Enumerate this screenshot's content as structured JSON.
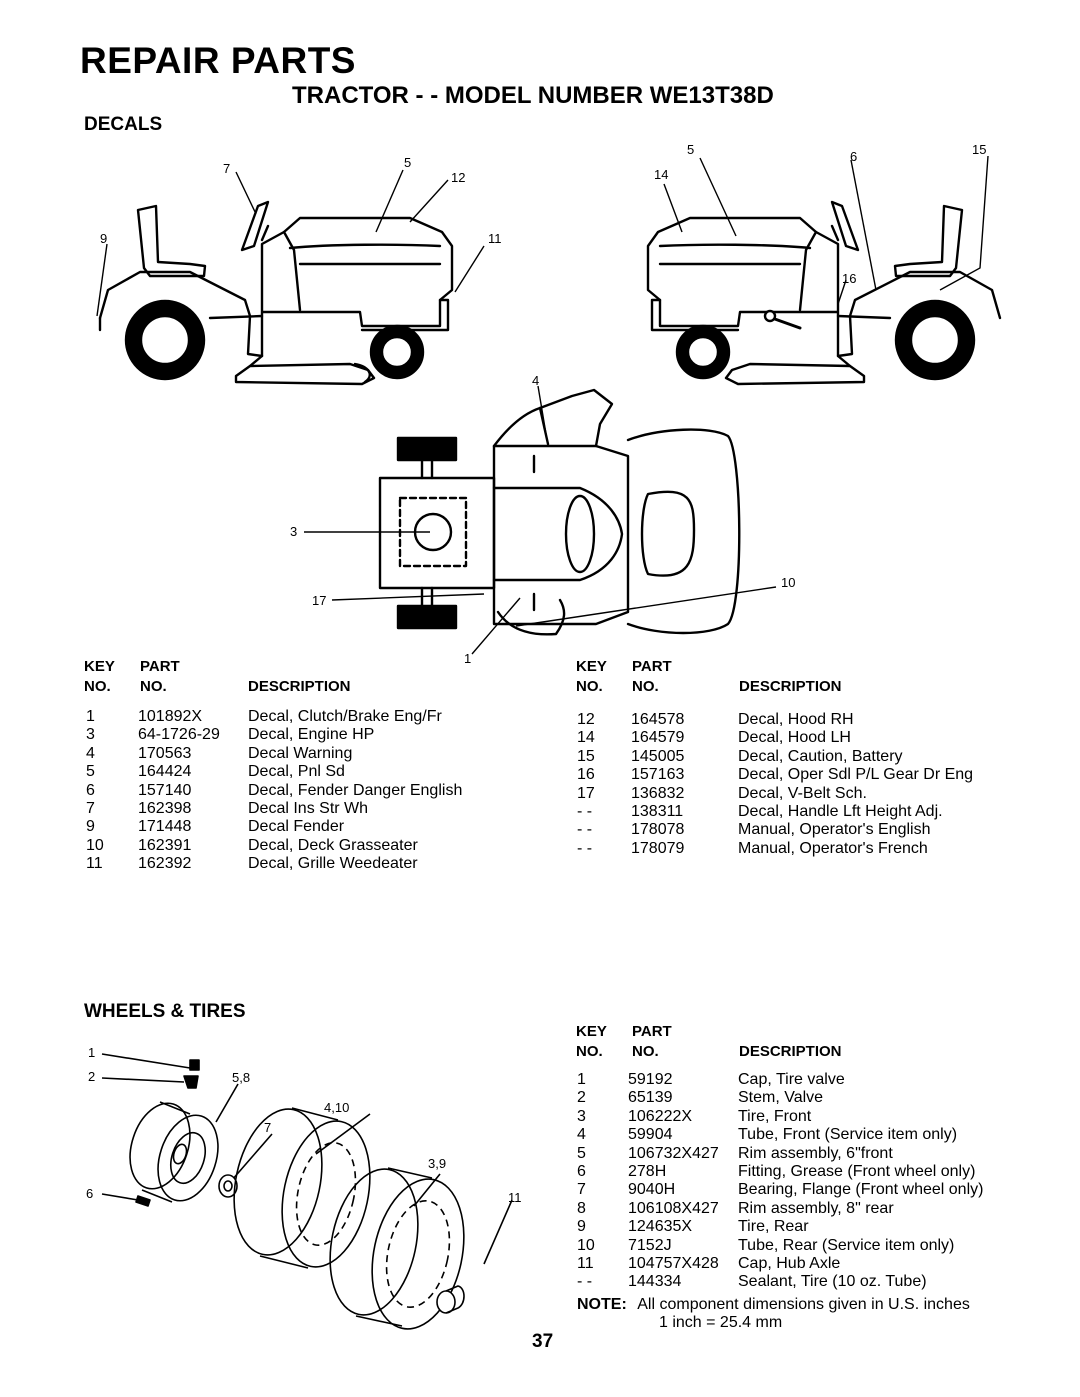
{
  "title": "REPAIR PARTS",
  "subtitle": "TRACTOR - - MODEL NUMBER WE13T38D",
  "decals": {
    "heading": "DECALS",
    "callouts": [
      "7",
      "5",
      "12",
      "9",
      "11",
      "5",
      "6",
      "15",
      "14",
      "16",
      "4",
      "3",
      "17",
      "10",
      "1"
    ],
    "table_headers": {
      "key": "KEY",
      "part": "PART",
      "no1": "NO.",
      "no2": "NO.",
      "description": "DESCRIPTION"
    },
    "left_rows": [
      {
        "key": "1",
        "part": "101892X",
        "desc": "Decal, Clutch/Brake Eng/Fr"
      },
      {
        "key": "3",
        "part": "64-1726-29",
        "desc": "Decal, Engine HP"
      },
      {
        "key": "4",
        "part": "170563",
        "desc": "Decal Warning"
      },
      {
        "key": "5",
        "part": "164424",
        "desc": "Decal, Pnl Sd"
      },
      {
        "key": "6",
        "part": "157140",
        "desc": "Decal, Fender Danger English"
      },
      {
        "key": "7",
        "part": "162398",
        "desc": "Decal Ins Str Wh"
      },
      {
        "key": "9",
        "part": "171448",
        "desc": "Decal Fender"
      },
      {
        "key": "10",
        "part": "162391",
        "desc": "Decal, Deck Grasseater"
      },
      {
        "key": "11",
        "part": "162392",
        "desc": "Decal, Grille Weedeater"
      }
    ],
    "right_rows": [
      {
        "key": "12",
        "part": "164578",
        "desc": "Decal, Hood RH"
      },
      {
        "key": "14",
        "part": "164579",
        "desc": "Decal, Hood LH"
      },
      {
        "key": "15",
        "part": "145005",
        "desc": "Decal, Caution, Battery"
      },
      {
        "key": "16",
        "part": "157163",
        "desc": "Decal, Oper Sdl P/L Gear Dr Eng"
      },
      {
        "key": "17",
        "part": "136832",
        "desc": "Decal, V-Belt Sch."
      },
      {
        "key": "- -",
        "part": "138311",
        "desc": "Decal, Handle Lft Height Adj."
      },
      {
        "key": "- -",
        "part": "178078",
        "desc": "Manual, Operator's English"
      },
      {
        "key": "- -",
        "part": "178079",
        "desc": "Manual, Operator's French"
      }
    ]
  },
  "wheels": {
    "heading": "WHEELS & TIRES",
    "callouts": [
      "1",
      "2",
      "5,8",
      "4,10",
      "7",
      "3,9",
      "6",
      "11"
    ],
    "table_headers": {
      "key": "KEY",
      "part": "PART",
      "no1": "NO.",
      "no2": "NO.",
      "description": "DESCRIPTION"
    },
    "rows": [
      {
        "key": "1",
        "part": "59192",
        "desc": "Cap, Tire valve"
      },
      {
        "key": "2",
        "part": "65139",
        "desc": "Stem, Valve"
      },
      {
        "key": "3",
        "part": "106222X",
        "desc": "Tire, Front"
      },
      {
        "key": "4",
        "part": "59904",
        "desc": "Tube, Front (Service item only)"
      },
      {
        "key": "5",
        "part": "106732X427",
        "desc": "Rim assembly, 6\"front"
      },
      {
        "key": "6",
        "part": "278H",
        "desc": "Fitting, Grease (Front wheel only)"
      },
      {
        "key": "7",
        "part": "9040H",
        "desc": "Bearing, Flange (Front wheel only)"
      },
      {
        "key": "8",
        "part": "106108X427",
        "desc": "Rim assembly, 8\" rear"
      },
      {
        "key": "9",
        "part": "124635X",
        "desc": "Tire, Rear"
      },
      {
        "key": "10",
        "part": "7152J",
        "desc": "Tube, Rear (Service item only)"
      },
      {
        "key": "11",
        "part": "104757X428",
        "desc": "Cap, Hub Axle"
      },
      {
        "key": "- -",
        "part": "144334",
        "desc": "Sealant, Tire (10 oz. Tube)"
      }
    ],
    "note_label": "NOTE:",
    "note_line1": "All component dimensions given in U.S. inches",
    "note_line2": "1 inch = 25.4 mm"
  },
  "page_number": "37"
}
